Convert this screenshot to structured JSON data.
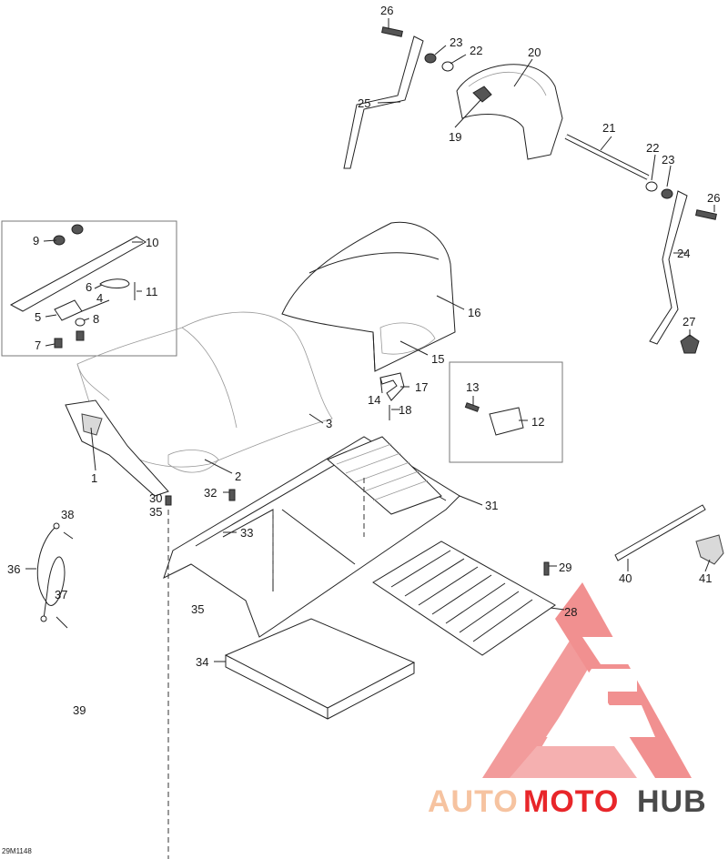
{
  "diagram_code": "29M1148",
  "callouts": [
    "1",
    "2",
    "3",
    "4",
    "5",
    "6",
    "7",
    "8",
    "9",
    "10",
    "11",
    "12",
    "13",
    "14",
    "15",
    "16",
    "17",
    "18",
    "19",
    "20",
    "21",
    "22",
    "22",
    "23",
    "23",
    "24",
    "25",
    "26",
    "26",
    "27",
    "28",
    "29",
    "30",
    "31",
    "32",
    "33",
    "34",
    "35",
    "35",
    "36",
    "37",
    "38",
    "39",
    "40",
    "41"
  ],
  "watermark": {
    "part1": "AUTO",
    "part2": "MOTO",
    "part3": "HUB",
    "color_light": "#f6c3a0",
    "color_red": "#e8262a",
    "color_dark": "#4a4a4a"
  }
}
